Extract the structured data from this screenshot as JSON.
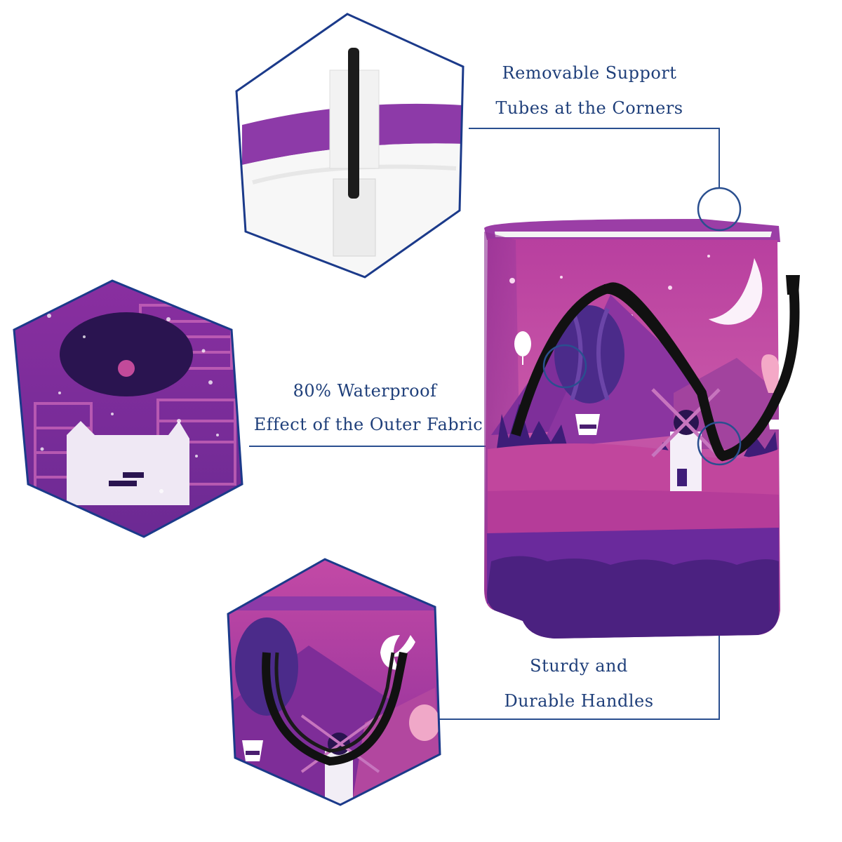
{
  "callouts": {
    "support_tubes": {
      "line1": "Removable Support",
      "line2": "Tubes at the Corners"
    },
    "waterproof": {
      "line1": "80% Waterproof",
      "line2": "Effect of the Outer Fabric"
    },
    "handles": {
      "line1": "Sturdy and",
      "line2": "Durable Handles"
    }
  },
  "colors": {
    "callout_text": "#1f3f7a",
    "callout_line": "#2a4f8f",
    "hexagon_border": "#1b3a8a",
    "fabric_pink": "#c23fa5",
    "fabric_purple": "#6a2a9c",
    "fabric_dark": "#3e1d78",
    "handle": "#111111",
    "moon": "#ffffff"
  },
  "icons": {
    "corner_detail": "support-tube-image",
    "fabric_detail": "waterproof-fabric-image",
    "handle_detail": "handle-image",
    "product": "laundry-hamper-image"
  }
}
